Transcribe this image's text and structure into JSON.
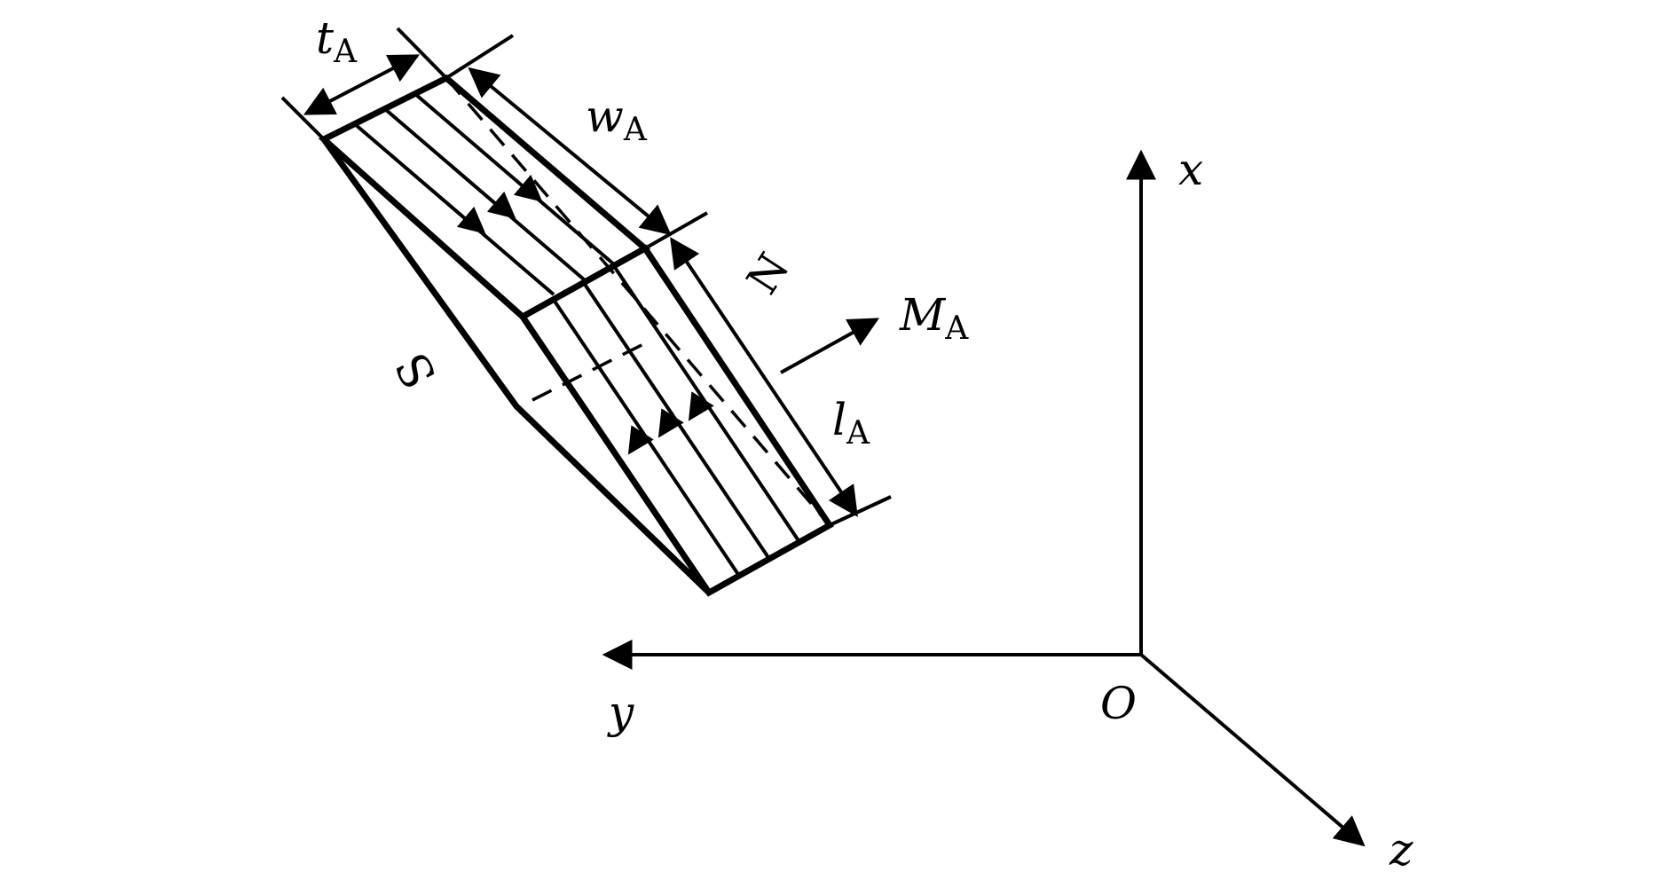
{
  "labels": {
    "t": "t",
    "t_sub": "A",
    "w": "w",
    "w_sub": "A",
    "M": "M",
    "M_sub": "A",
    "l": "l",
    "l_sub": "A",
    "N": "N",
    "S": "S",
    "x": "x",
    "y": "y",
    "z": "z",
    "O": "O"
  },
  "colors": {
    "stroke": "#000000",
    "background": "#ffffff"
  }
}
